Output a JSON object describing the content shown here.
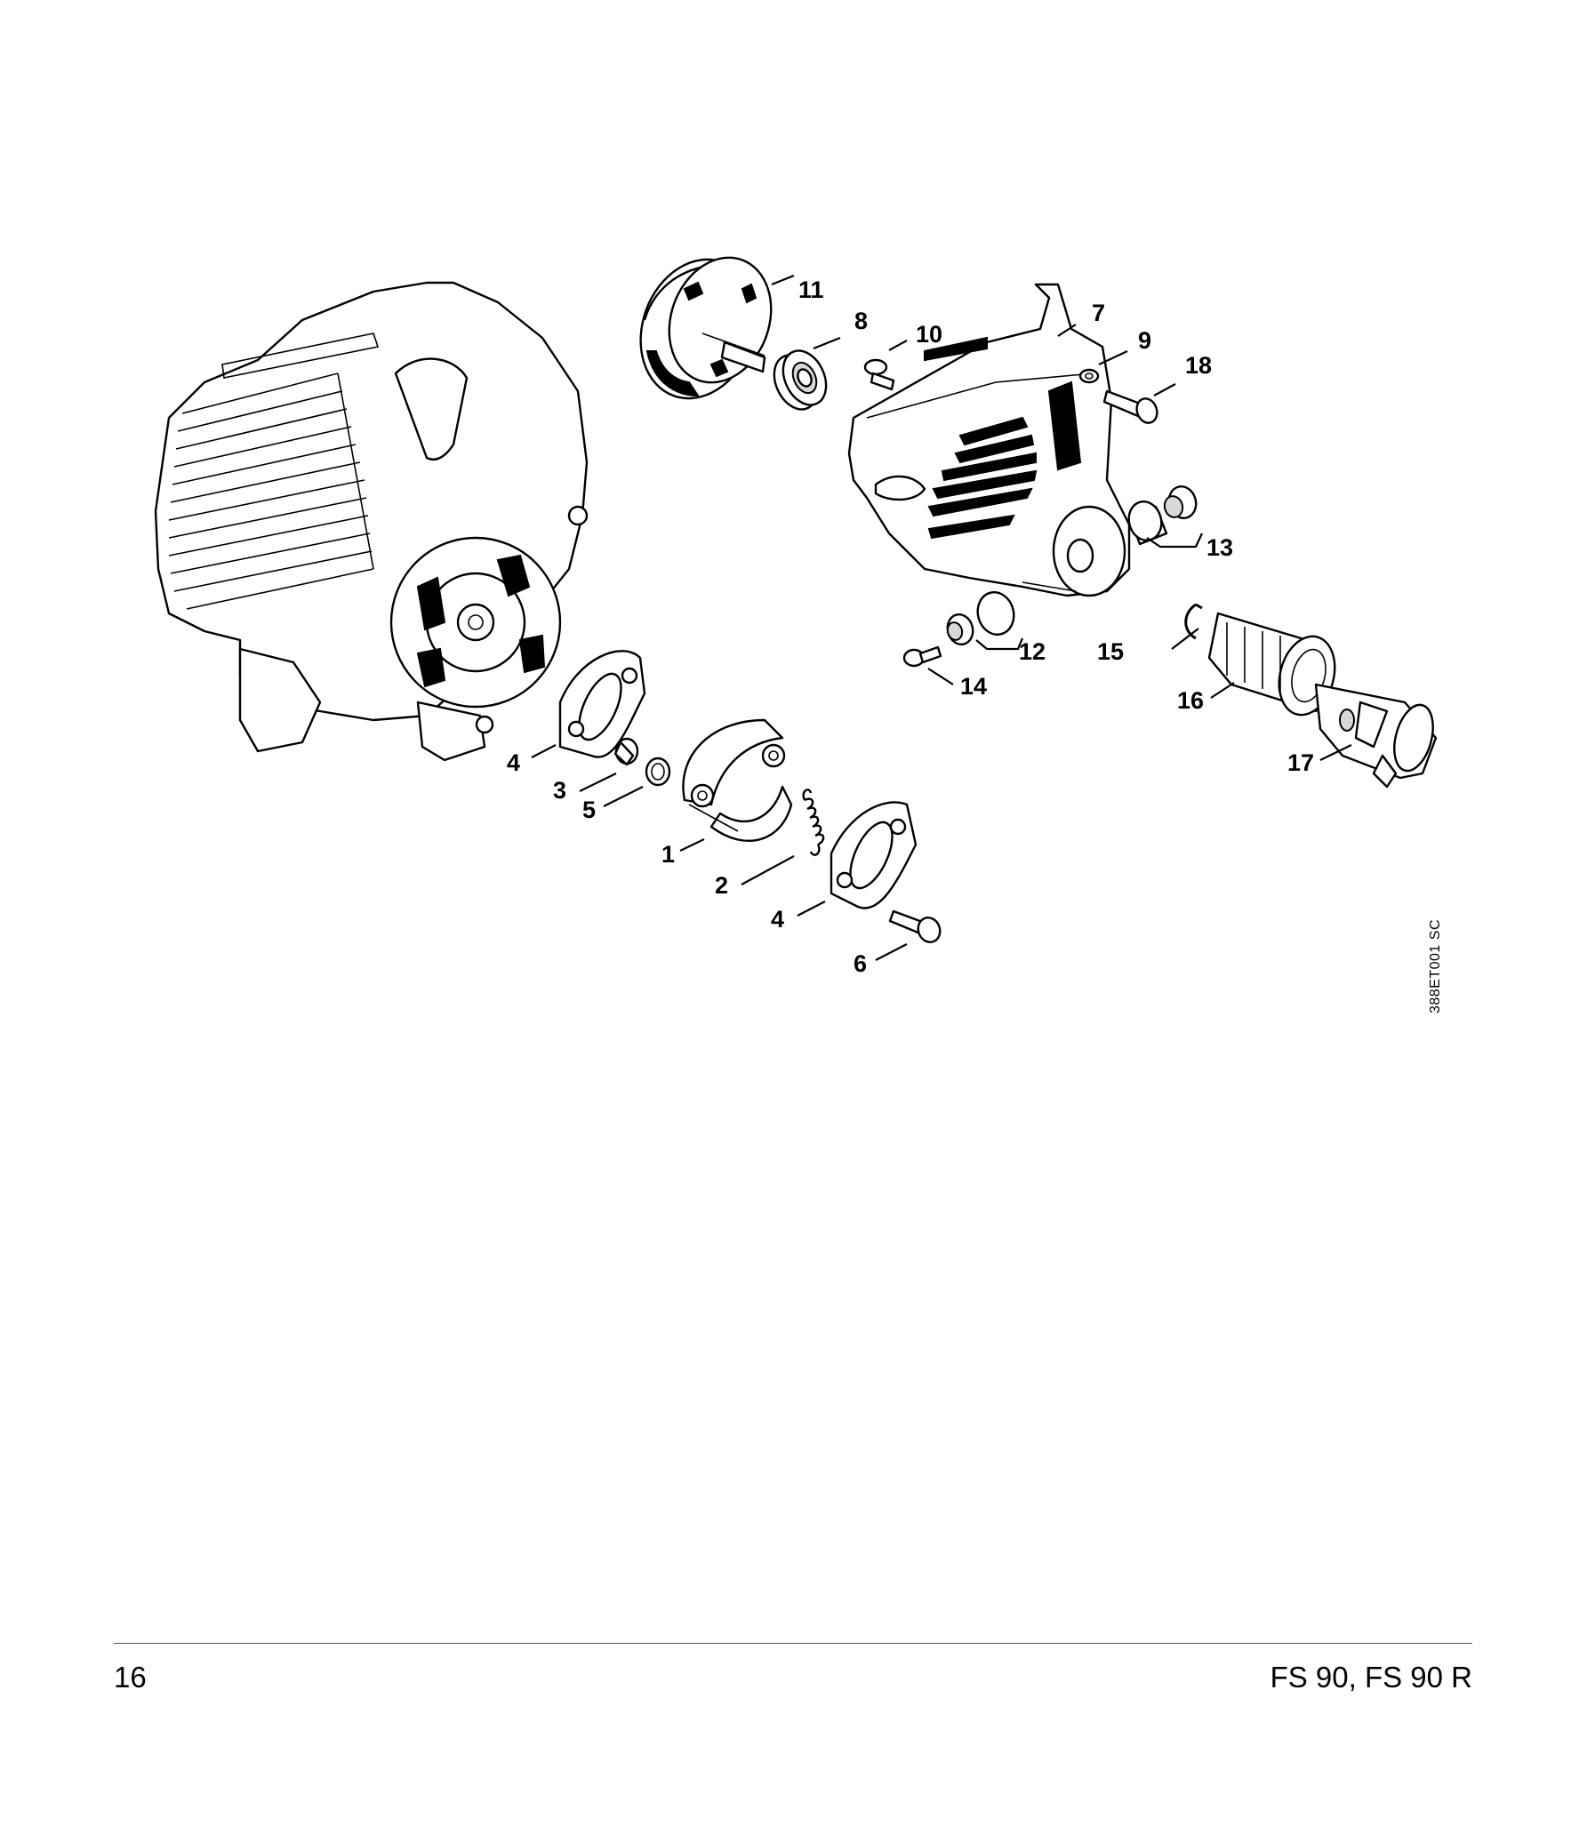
{
  "diagram": {
    "drawing_code": "388ET001 SC",
    "parts": [
      {
        "id": "engine-housing",
        "name": "engine-housing-illustration"
      },
      {
        "id": "clutch-drum",
        "name": "clutch-drum-illustration"
      },
      {
        "id": "ball-bearing",
        "name": "ball-bearing-illustration"
      },
      {
        "id": "gear-housing",
        "name": "clutch-housing-illustration"
      },
      {
        "id": "clutch-shoes",
        "name": "clutch-shoes-illustration"
      },
      {
        "id": "carrier-plate",
        "name": "carrier-plate-illustration"
      },
      {
        "id": "spring",
        "name": "tension-spring-illustration"
      },
      {
        "id": "sleeves",
        "name": "sleeve-illustration"
      },
      {
        "id": "tube-clamp",
        "name": "clamp-illustration"
      }
    ],
    "callouts": [
      {
        "label": "11"
      },
      {
        "label": "8"
      },
      {
        "label": "10"
      },
      {
        "label": "7"
      },
      {
        "label": "9"
      },
      {
        "label": "18"
      },
      {
        "label": "13"
      },
      {
        "label": "12"
      },
      {
        "label": "14"
      },
      {
        "label": "15"
      },
      {
        "label": "16"
      },
      {
        "label": "17"
      },
      {
        "label": "4"
      },
      {
        "label": "3"
      },
      {
        "label": "5"
      },
      {
        "label": "1"
      },
      {
        "label": "2"
      },
      {
        "label": "4"
      },
      {
        "label": "6"
      }
    ]
  },
  "footer": {
    "page_number": "16",
    "model": "FS 90, FS 90 R"
  }
}
